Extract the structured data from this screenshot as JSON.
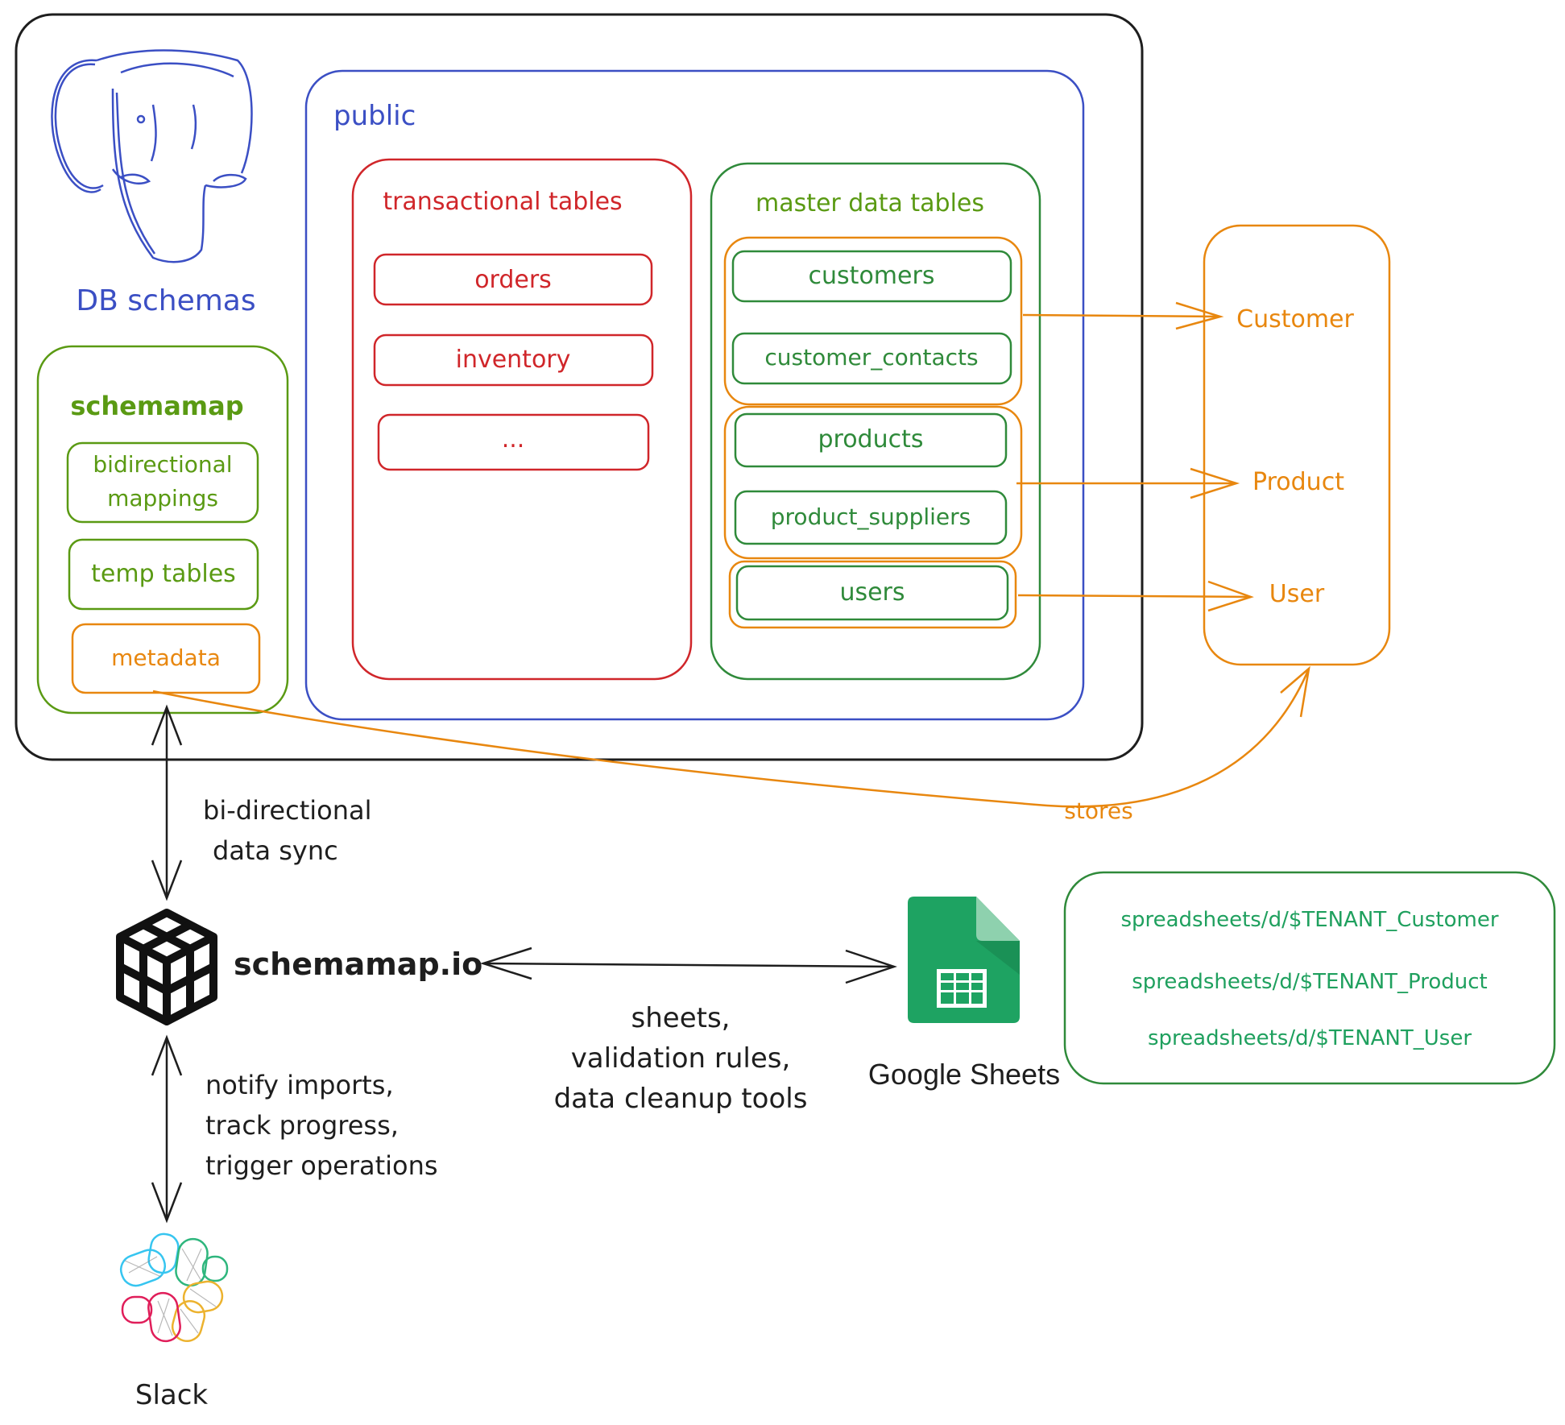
{
  "db": {
    "title": "DB schemas",
    "schemamap_box": {
      "title": "schemamap",
      "items": [
        "bidirectional",
        "mappings",
        "temp tables",
        "metadata"
      ]
    },
    "public_box": {
      "title": "public",
      "transactional": {
        "title": "transactional tables",
        "items": [
          "orders",
          "inventory",
          "..."
        ]
      },
      "master": {
        "title": "master data tables",
        "items": [
          "customers",
          "customer_contacts",
          "products",
          "product_suppliers",
          "users"
        ]
      }
    }
  },
  "entities": [
    "Customer",
    "Product",
    "User"
  ],
  "labels": {
    "stores": "stores",
    "sync_line1": "bi-directional",
    "sync_line2": "data sync",
    "notify_line1": "notify imports,",
    "notify_line2": "track progress,",
    "notify_line3": "trigger operations",
    "sheets_line1": "sheets,",
    "sheets_line2": "validation rules,",
    "sheets_line3": "data cleanup tools"
  },
  "schemamap_io": "schemamap.io",
  "google_sheets": "Google Sheets",
  "spreadsheets": [
    "spreadsheets/d/$TENANT_Customer",
    "spreadsheets/d/$TENANT_Product",
    "spreadsheets/d/$TENANT_User"
  ],
  "slack": "Slack",
  "icons": {
    "postgres": "postgres-elephant-icon",
    "schemamap": "schemamap-cubes-logo",
    "sheets": "google-sheets-icon",
    "slack": "slack-logo"
  },
  "colors": {
    "black": "#1e1e1e",
    "blue": "#3b4fc4",
    "red": "#d0262a",
    "green": "#2f8a3a",
    "olive": "#5a9a13",
    "orange": "#e8870f",
    "sheets_green": "#1ea362",
    "spreadsheet_text": "#1fa05e"
  }
}
